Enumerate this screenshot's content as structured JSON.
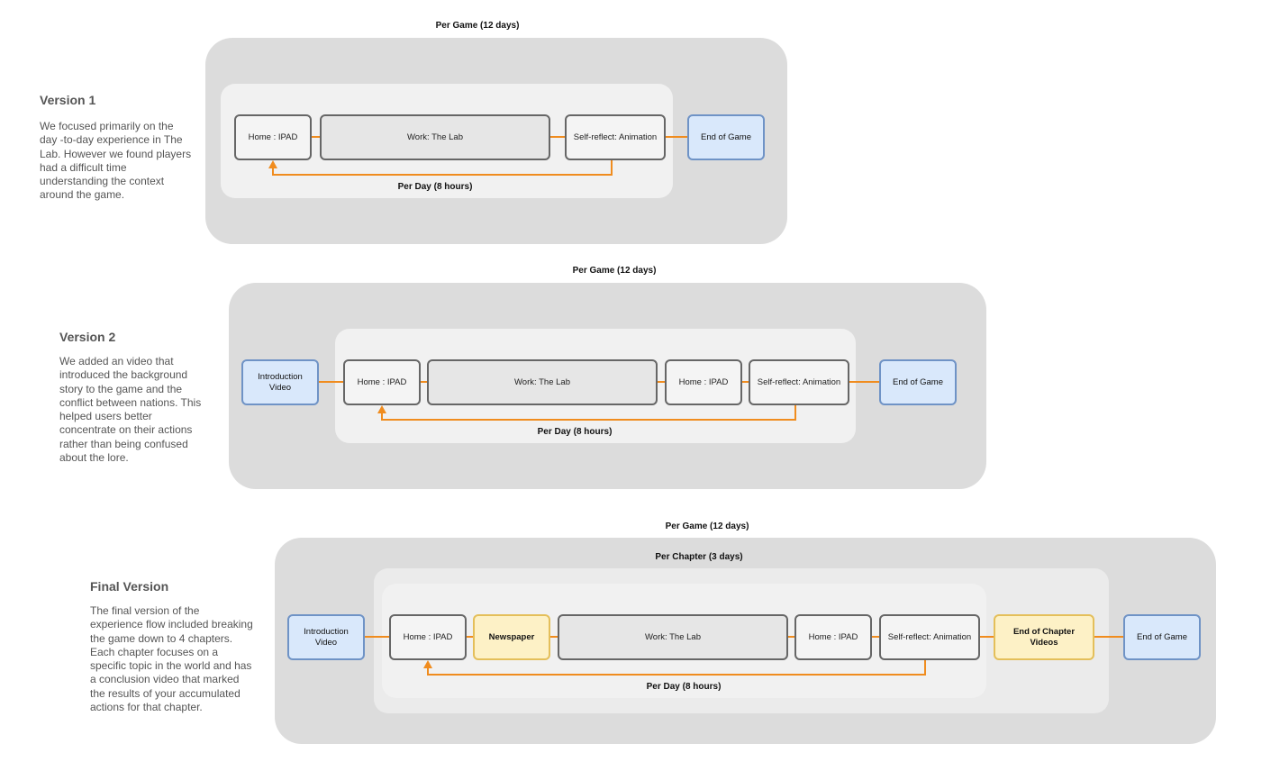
{
  "version1": {
    "title": "Version 1",
    "description": "We focused primarily on the day -to-day experience in The Lab. However we found players had a difficult time understanding the context around the game.",
    "per_game_label": "Per Game (12 days)",
    "per_day_label": "Per Day (8 hours)",
    "nodes": {
      "home": "Home : IPAD",
      "work": "Work: The Lab",
      "reflect": "Self-reflect: Animation",
      "end": "End of Game"
    }
  },
  "version2": {
    "title": "Version 2",
    "description": "We added an video that introduced the background story to the game and the conflict between nations. This helped users better concentrate on their actions rather than being confused about the lore.",
    "per_game_label": "Per Game (12 days)",
    "per_day_label": "Per Day (8 hours)",
    "nodes": {
      "intro": "Introduction Video",
      "home": "Home : IPAD",
      "work": "Work: The Lab",
      "home2": "Home : IPAD",
      "reflect": "Self-reflect: Animation",
      "end": "End of Game"
    }
  },
  "final": {
    "title": "Final Version",
    "description": "The final version of the experience flow included breaking the game down to 4 chapters. Each chapter focuses on a specific topic in the world and has a conclusion video that marked the results of your accumulated actions for that chapter.",
    "per_game_label": "Per Game (12 days)",
    "per_chapter_label": "Per Chapter (3 days)",
    "per_day_label": "Per Day (8 hours)",
    "nodes": {
      "intro": "Introduction Video",
      "home": "Home : IPAD",
      "newspaper": "Newspaper",
      "work": "Work: The Lab",
      "home2": "Home : IPAD",
      "reflect": "Self-reflect: Animation",
      "chapter_end": "End of Chapter Videos",
      "end": "End of Game"
    }
  },
  "colors": {
    "connector": "#f08c1e",
    "outer_panel": "#dcdcdc",
    "inner_panel": "#f1f1f1",
    "blue_node": "#d9e8fb",
    "yellow_node": "#fdf1c6"
  }
}
